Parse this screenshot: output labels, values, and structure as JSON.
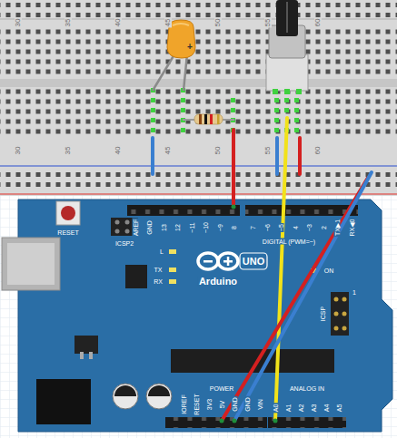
{
  "diagram": {
    "labels": [
      "30",
      "35",
      "40",
      "45",
      "50",
      "55",
      "60",
      "30",
      "35",
      "40",
      "45",
      "50",
      "55",
      "60",
      "+",
      "RESET",
      "ICSP2",
      "AREF",
      "GND",
      "13",
      "12",
      "~11",
      "~10",
      "~9",
      "8",
      "7",
      "~6",
      "~5",
      "4",
      "~3",
      "2",
      "TX▶1",
      "RX◀0",
      "DIGITAL (PWM=~)",
      "L",
      "TX",
      "RX",
      "UNO",
      "Arduino",
      "ON",
      "ICSP",
      "1",
      "IOREF",
      "RESET",
      "3V3",
      "5V",
      "GND",
      "GND",
      "VIN",
      "POWER",
      "A0",
      "A1",
      "A2",
      "A3",
      "A4",
      "A5",
      "ANALOG IN"
    ]
  }
}
